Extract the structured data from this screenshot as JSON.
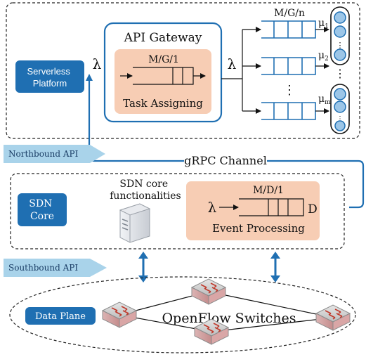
{
  "serverless": {
    "platform_label": "Serverless\nPlatform",
    "gateway_title": "API Gateway",
    "gateway_queue_model": "M/G/1",
    "task_label": "Task Assigning",
    "lambda_in": "λ",
    "lambda_out": "λ",
    "server_queue_model": "M/G/n",
    "mu_labels": [
      "μ1",
      "μ2",
      "μm"
    ],
    "ellipsis": "⋮"
  },
  "northbound_label": "Northbound API",
  "grpc_label": "gRPC Channel",
  "sdn": {
    "core_label": "SDN\nCore",
    "core_func_label": "SDN core\nfunctionalities",
    "event_queue_model": "M/D/1",
    "event_lambda": "λ",
    "event_d": "D",
    "event_label": "Event Processing"
  },
  "southbound_label": "Southbound API",
  "data_plane": {
    "label": "Data Plane",
    "switches_label": "OpenFlow Switches"
  },
  "colors": {
    "accent_blue": "#1f6fb2",
    "peach": "#f7cdb4",
    "queue_cell": "#ffffff",
    "server_circle": "#9cc6e8",
    "tag_fill": "#a9d3ea"
  }
}
